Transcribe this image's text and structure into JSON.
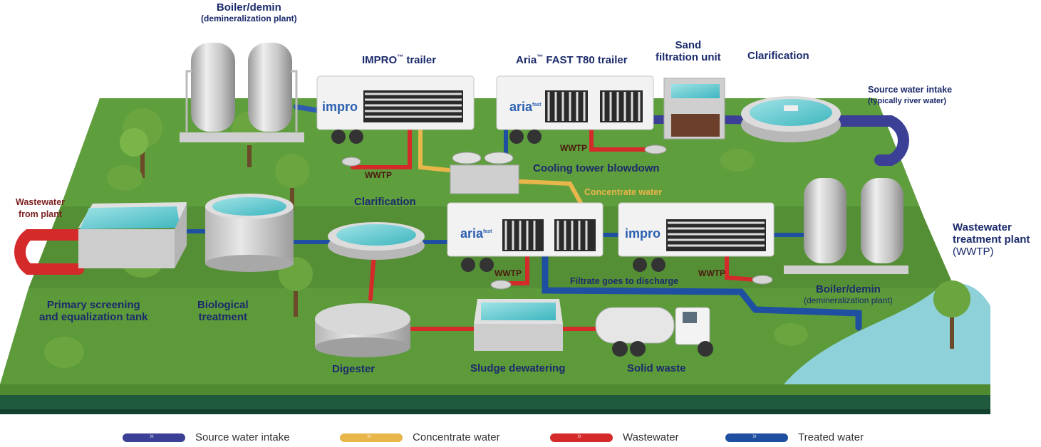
{
  "labels": {
    "boiler_top_title": "Boiler/demin",
    "boiler_top_sub": "(demineralization plant)",
    "impro_trailer": "IMPRO",
    "impro_trailer_tm": "™",
    "impro_trailer_suffix": " trailer",
    "aria_trailer": "Aria",
    "aria_trailer_tm": "™",
    "aria_trailer_suffix": " FAST T80 trailer",
    "sand_filtration_1": "Sand",
    "sand_filtration_2": "filtration unit",
    "clarification_top": "Clarification",
    "source_water_intake": "Source water intake",
    "source_water_sub": "(typically river water)",
    "cooling_tower": "Cooling tower blowdown",
    "concentrate_water": "Concentrate water",
    "wastewater_from_plant_1": "Wastewater",
    "wastewater_from_plant_2": "from plant",
    "clarification_mid": "Clarification",
    "wwtp_label_1": "Wastewater",
    "wwtp_label_2": "treatment plant",
    "wwtp_label_3": "(WWTP)",
    "primary_screening_1": "Primary screening",
    "primary_screening_2": "and equalization tank",
    "biological_1": "Biological",
    "biological_2": "treatment",
    "filtrate": "Filtrate goes to discharge",
    "boiler_bottom_title": "Boiler/demin",
    "boiler_bottom_sub": "(demineralization plant)",
    "digester": "Digester",
    "sludge_dewatering": "Sludge dewatering",
    "solid_waste": "Solid waste",
    "wwtp_short": "WWTP"
  },
  "trailer_logos": {
    "impro": "impro",
    "aria": "aria",
    "aria_fast": "fast"
  },
  "legend": [
    {
      "label": "Source water intake",
      "color": "#3b3f95"
    },
    {
      "label": "Concentrate water",
      "color": "#e8b64a"
    },
    {
      "label": "Wastewater",
      "color": "#d42a2a"
    },
    {
      "label": "Treated water",
      "color": "#1f4fa0"
    }
  ],
  "colors": {
    "source": "#3b3f95",
    "concentrate": "#e8b64a",
    "wastewater": "#d42a2a",
    "treated": "#1f4fa0",
    "label": "#1b2a6b",
    "grass": "#5c9a3a"
  }
}
